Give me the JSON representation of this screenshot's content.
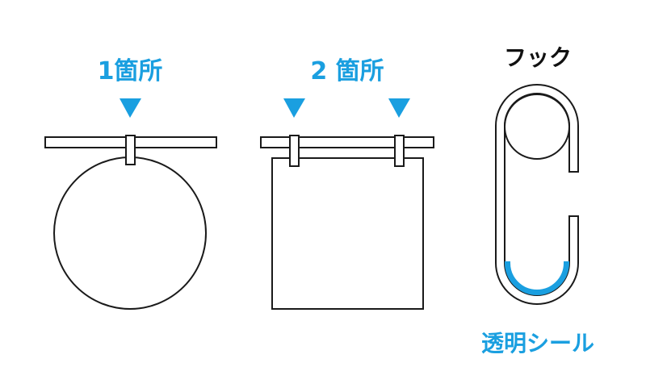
{
  "labels": {
    "one_place": "1箇所",
    "two_places": "2 箇所",
    "hook": "フック",
    "clear_seal": "透明シール"
  },
  "colors": {
    "accent": "#1a9fe0",
    "outline": "#1a1a1a"
  }
}
